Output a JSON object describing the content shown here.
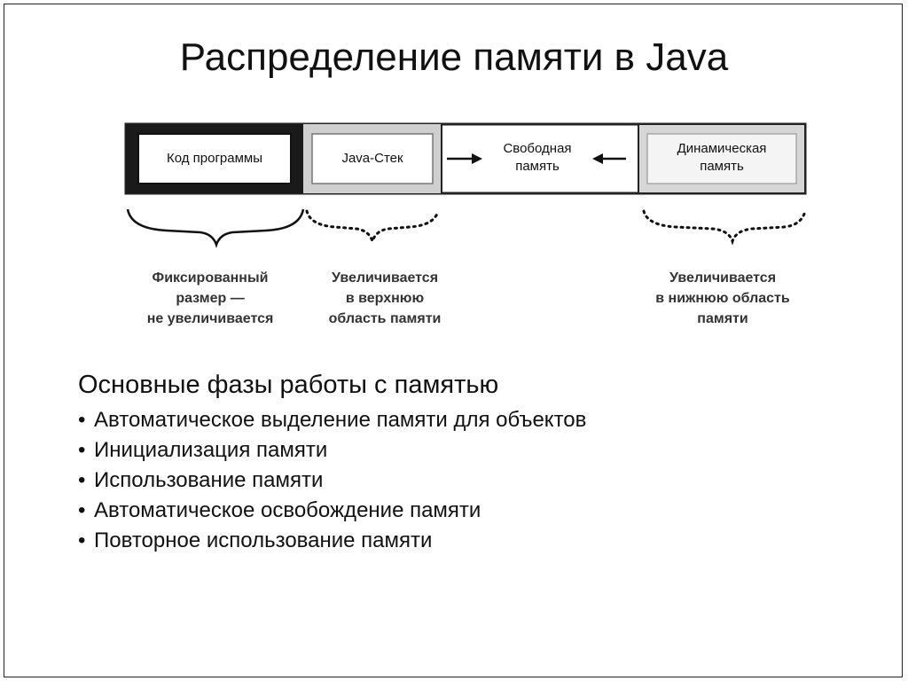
{
  "slide": {
    "title": "Распределение памяти в Java"
  },
  "diagram": {
    "cells": {
      "code": "Код программы",
      "stack": "Java-Стек",
      "free_line1": "Свободная",
      "free_line2": "память",
      "heap_line1": "Динамическая",
      "heap_line2": "память"
    },
    "descriptions": {
      "fixed": [
        "Фиксированный",
        "размер —",
        "не увеличивается"
      ],
      "stack_grows": [
        "Увеличивается",
        "в верхнюю",
        "область памяти"
      ],
      "heap_grows": [
        "Увеличивается",
        "в нижнюю область",
        "памяти"
      ]
    },
    "icons": [
      "arrow-right-icon",
      "arrow-left-icon",
      "curly-brace-icon",
      "dotted-brace-icon"
    ]
  },
  "phases": {
    "title": "Основные фазы работы с памятью",
    "items": [
      "Автоматическое выделение памяти для объектов",
      "Инициализация памяти",
      "Использование памяти",
      "Автоматическое освобождение памяти",
      "Повторное использование памяти"
    ]
  }
}
